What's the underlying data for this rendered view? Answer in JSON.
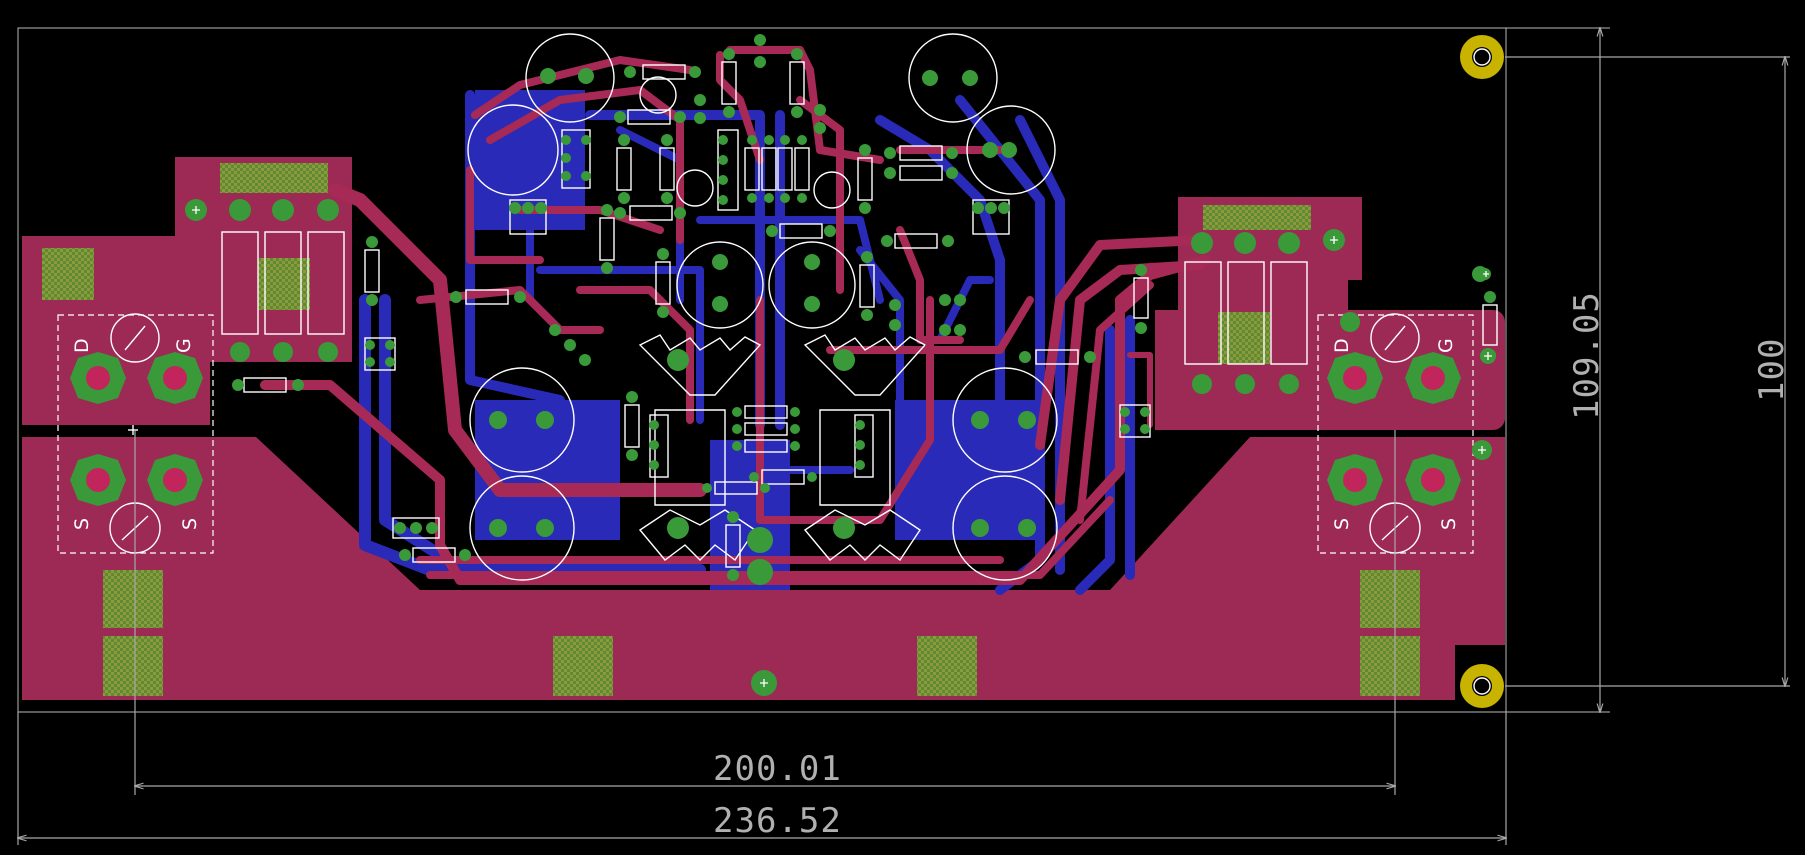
{
  "dimensions": {
    "height_outer": "109.05",
    "height_inner": "100",
    "width_inner": "200.01",
    "width_outer": "236.52"
  },
  "silkscreen_labels": {
    "left_drain": "D",
    "left_gate": "G",
    "left_source_a": "S",
    "left_source_b": "S",
    "right_drain": "D",
    "right_gate": "G",
    "right_source_a": "S",
    "right_source_b": "S"
  },
  "colors": {
    "background": "#000000",
    "top_copper": "#a62a55",
    "bottom_copper": "#2a2ab8",
    "pad": "#3a9a3a",
    "silkscreen": "#ffffff",
    "dimension": "#a8a8a8",
    "mount_hole": "#c8b400"
  }
}
